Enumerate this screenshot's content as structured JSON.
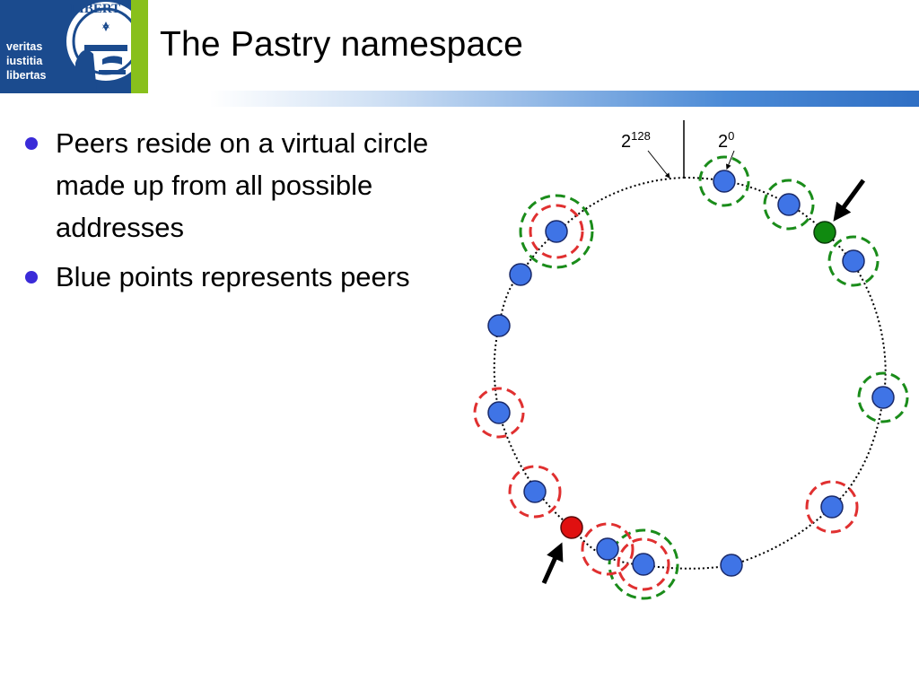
{
  "header": {
    "title": "The Pastry namespace",
    "logo": {
      "motto": [
        "veritas",
        "iustitia",
        "libertas"
      ],
      "seal_text": "LIBERT",
      "colors": {
        "blue": "#1b4b8e",
        "green": "#88c01c"
      }
    }
  },
  "bullets": [
    {
      "text": "Peers reside on a virtual circle made up from all possible addresses"
    },
    {
      "text": "Blue points represents peers"
    }
  ],
  "diagram": {
    "labels": {
      "top_left": {
        "base": "2",
        "exponent": "128"
      },
      "top_right": {
        "base": "2",
        "exponent": "0"
      }
    },
    "colors": {
      "peer": "#3f74e6",
      "highlight_green": "#108a10",
      "highlight_red": "#e01010",
      "leaf_set_green": "#1a8c1a",
      "leaf_set_red": "#e03030",
      "ring": "#000000"
    }
  }
}
